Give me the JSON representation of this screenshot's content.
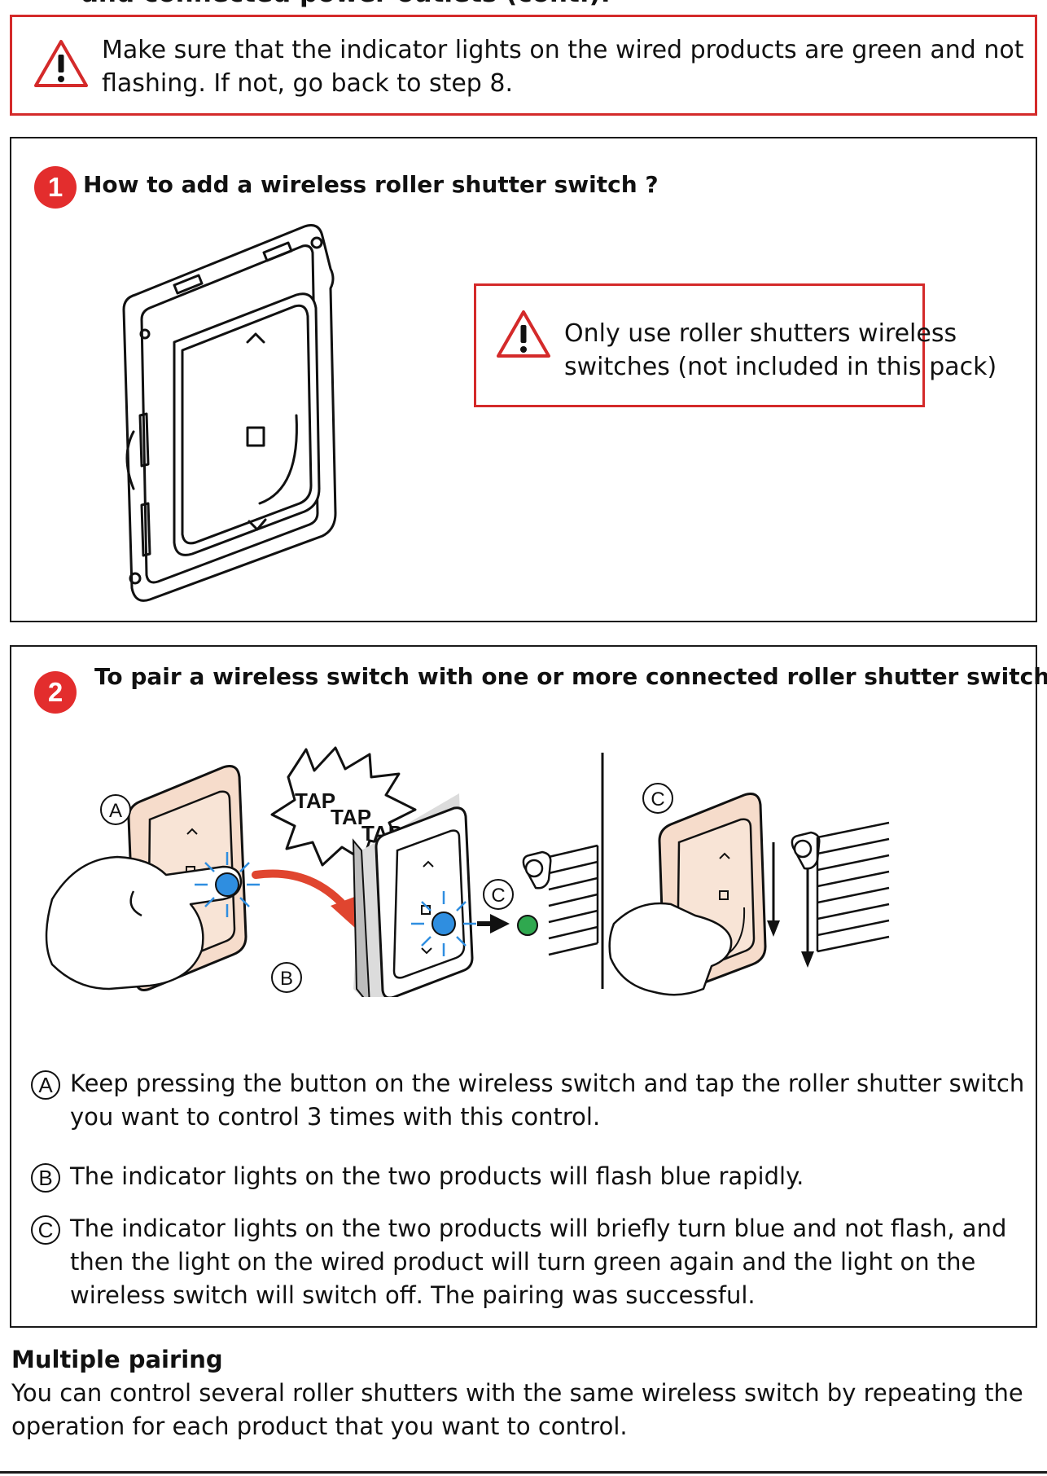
{
  "header": {
    "cut_title": "and connected power outlets (cont.)."
  },
  "warning_top": {
    "icon": "warning-triangle-icon",
    "line1": "Make sure that the indicator lights on the wired products are green and not",
    "line2": "flashing. If not, go back to step 8."
  },
  "step1": {
    "number": "1",
    "title": "How to add a wireless roller shutter switch ?",
    "warning": {
      "icon": "warning-triangle-icon",
      "line1": "Only use roller shutters wireless",
      "line2": "switches (not included in this pack)"
    }
  },
  "step2": {
    "number": "2",
    "title": "To pair a wireless switch with one or more connected roller shutter switch",
    "figure": {
      "label_a": "A",
      "label_b": "B",
      "label_c1": "C",
      "label_c2": "C",
      "tap1": "TAP",
      "tap2": "TAP",
      "tap3": "TAP"
    },
    "items": [
      {
        "marker": "A",
        "line1": "Keep pressing the button on the wireless switch and tap the roller shutter switch",
        "line2": "you want to control 3 times with this control."
      },
      {
        "marker": "B",
        "line1": "The indicator lights on the two products will flash blue rapidly."
      },
      {
        "marker": "C",
        "line1": "The indicator lights on the two products will briefly turn blue and not flash, and",
        "line2": "then the light on the wired product will turn green again and the light on the",
        "line3": "wireless switch will switch off. The pairing was successful."
      }
    ]
  },
  "multiple_pairing": {
    "title": "Multiple pairing",
    "line1": "You can control several roller shutters with the same wireless switch by repeating the",
    "line2": "operation for each product that you want to control."
  },
  "colors": {
    "warning_red": "#d42a2a",
    "step_badge_red": "#e32d2d",
    "indicator_blue": "#2f8ee0",
    "indicator_green": "#2fa84f",
    "switch_peach": "#f6dccb"
  }
}
